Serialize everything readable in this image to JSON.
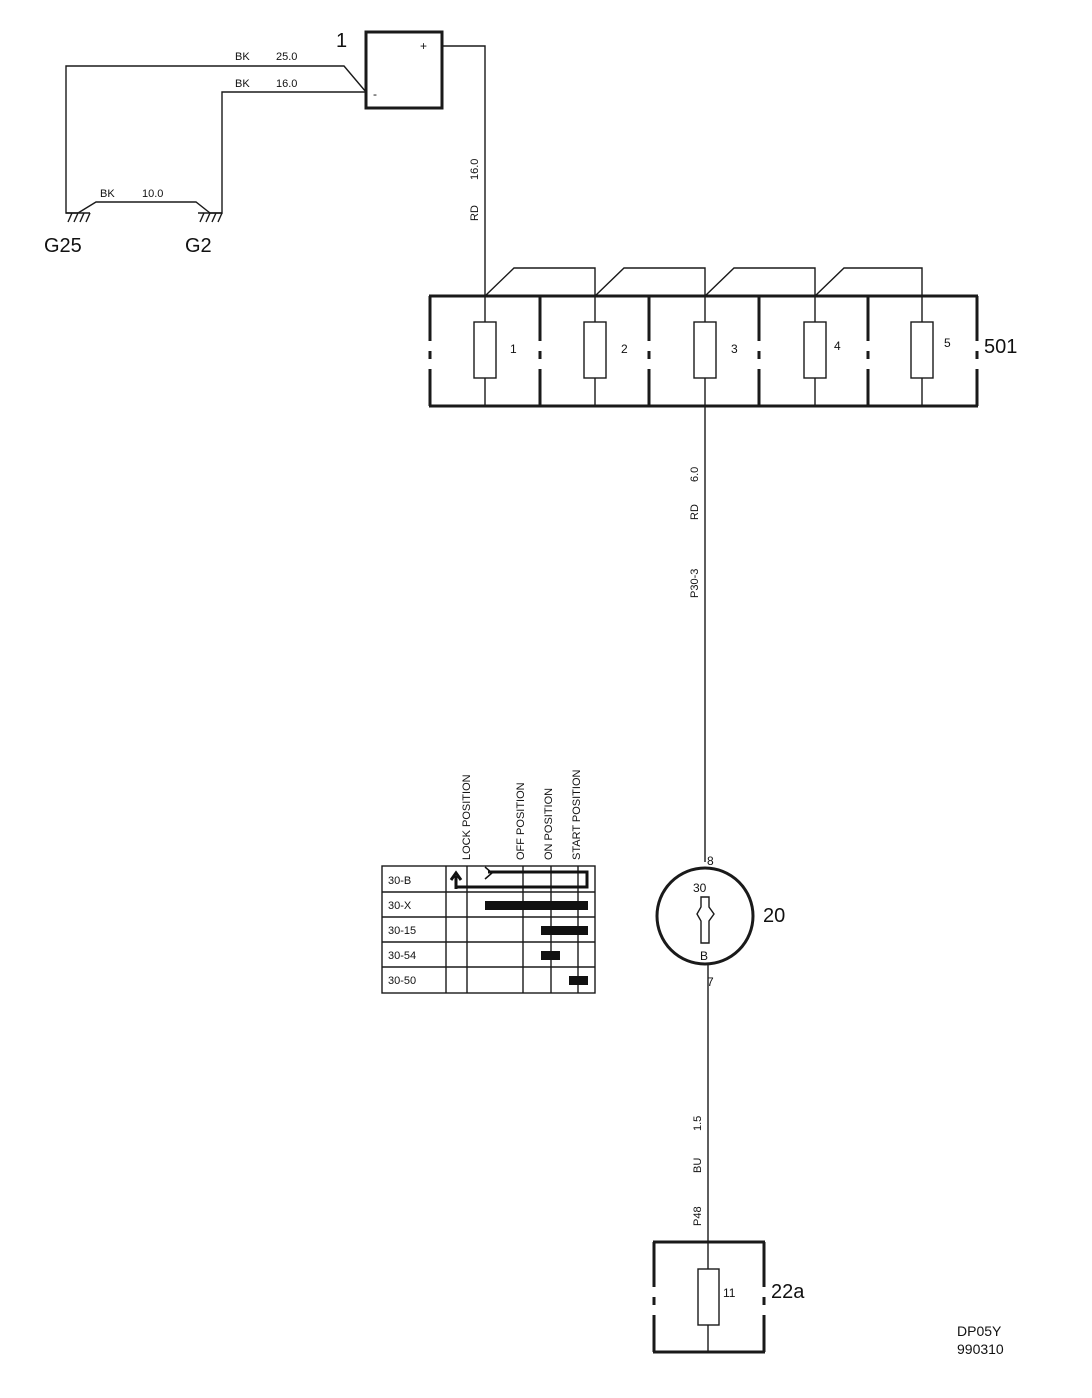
{
  "components": {
    "battery": {
      "id": "1",
      "plus": "+",
      "minus": "-"
    },
    "fuse_box": {
      "id": "501",
      "fuses": [
        "1",
        "2",
        "3",
        "4",
        "5"
      ]
    },
    "ignition_switch": {
      "id": "20",
      "terminal_top": "30",
      "terminal_bottom": "B",
      "pin_top": "8",
      "pin_bottom": "7"
    },
    "fuse_22a": {
      "id": "22a",
      "fuse": "11"
    }
  },
  "grounds": [
    "G25",
    "G2"
  ],
  "wires": [
    {
      "color": "BK",
      "size": "25.0"
    },
    {
      "color": "BK",
      "size": "16.0"
    },
    {
      "color": "BK",
      "size": "10.0"
    },
    {
      "color": "RD",
      "size": "16.0"
    },
    {
      "color": "RD",
      "size": "6.0",
      "connector": "P30-3"
    },
    {
      "color": "BU",
      "size": "1.5",
      "connector": "P48"
    }
  ],
  "switch_table": {
    "columns": [
      "LOCK POSITION",
      "OFF POSITION",
      "ON POSITION",
      "START POSITION"
    ],
    "rows": [
      "30-B",
      "30-X",
      "30-15",
      "30-54",
      "30-50"
    ]
  },
  "footer": {
    "code": "DP05Y",
    "date": "990310"
  }
}
